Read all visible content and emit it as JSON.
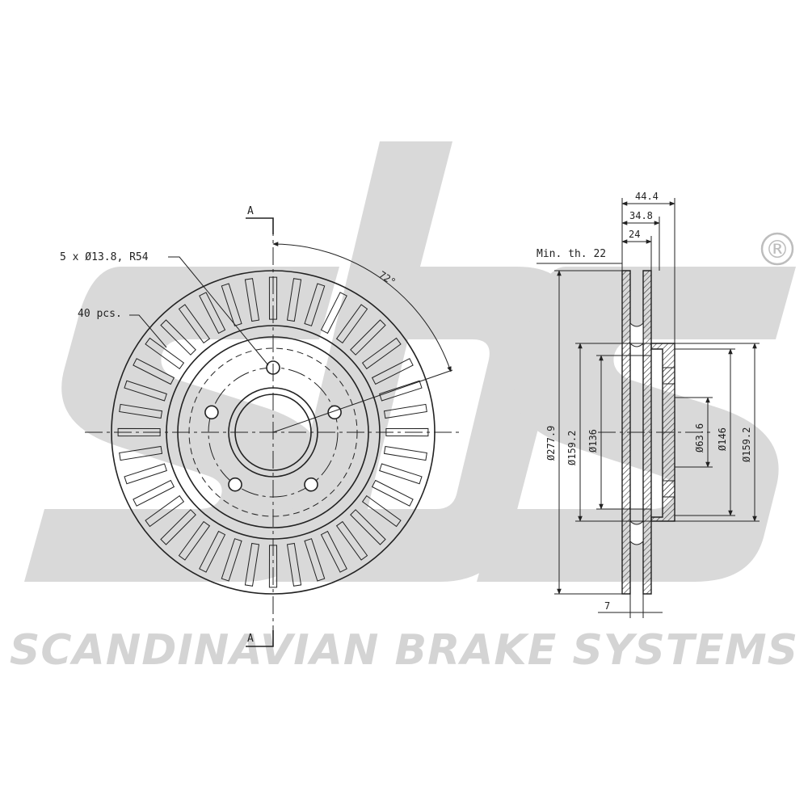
{
  "brand": {
    "logo_text": "sbs",
    "registered_mark": "®",
    "tagline": "SCANDINAVIAN BRAKE SYSTEMS",
    "watermark_color": "#d9d9d9"
  },
  "front_view": {
    "section_label_top": "A",
    "section_label_bottom": "A",
    "bolt_pattern_label": "5 x Ø13.8, R54",
    "vane_count_label": "40 pcs.",
    "angle_label": "72°",
    "bolt_holes": 5,
    "vanes": 40
  },
  "side_view": {
    "min_thickness_label": "Min. th. 22",
    "dim_overall_width": "44.4",
    "dim_hat_width": "34.8",
    "dim_disc_thickness": "24",
    "dim_bottom": "7",
    "dia_outer": "Ø277.9",
    "dia_hat_left": "Ø159.2",
    "dia_hat_inner": "Ø136",
    "dia_bore": "Ø63.6",
    "dia_bolt_circle": "Ø146",
    "dia_hat_right": "Ø159.2"
  }
}
